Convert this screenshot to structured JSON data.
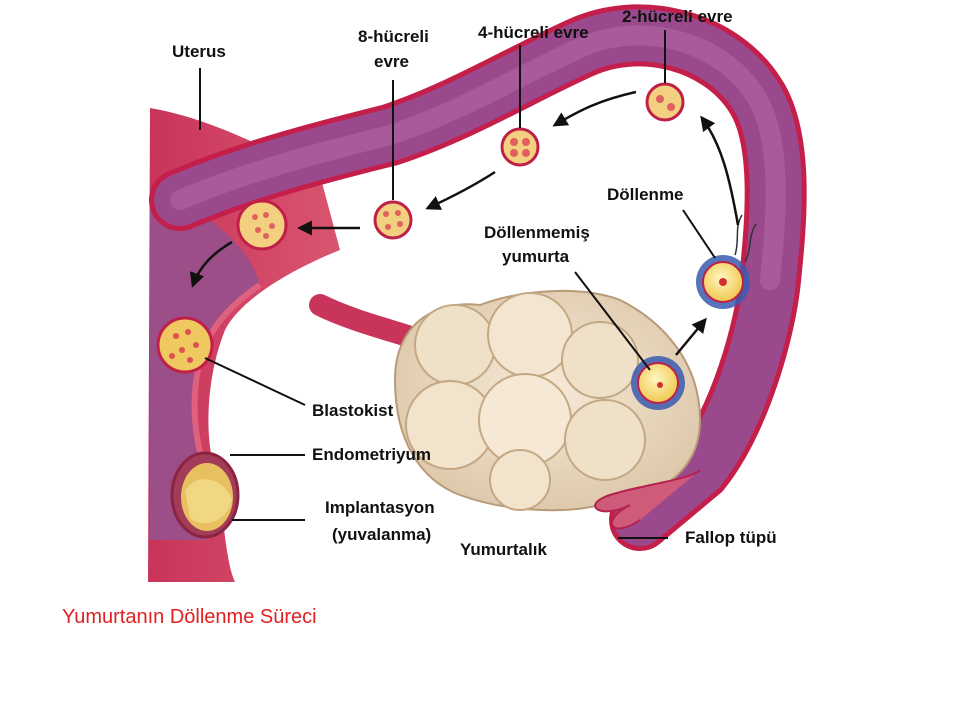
{
  "labels": {
    "uterus": "Uterus",
    "stage8_line1": "8-hücreli",
    "stage8_line2": "evre",
    "stage4": "4-hücreli evre",
    "stage2": "2-hücreli evre",
    "fertilization": "Döllenme",
    "unfertilized_line1": "Döllenmemiş",
    "unfertilized_line2": "yumurta",
    "blastocyst": "Blastokist",
    "endometrium": "Endometriyum",
    "implantation_line1": "Implantasyon",
    "implantation_line2": "(yuvalanma)",
    "ovary": "Yumurtalık",
    "fallopian_tube": "Fallop tüpü"
  },
  "caption": "Yumurtanın Döllenme Süreci"
}
